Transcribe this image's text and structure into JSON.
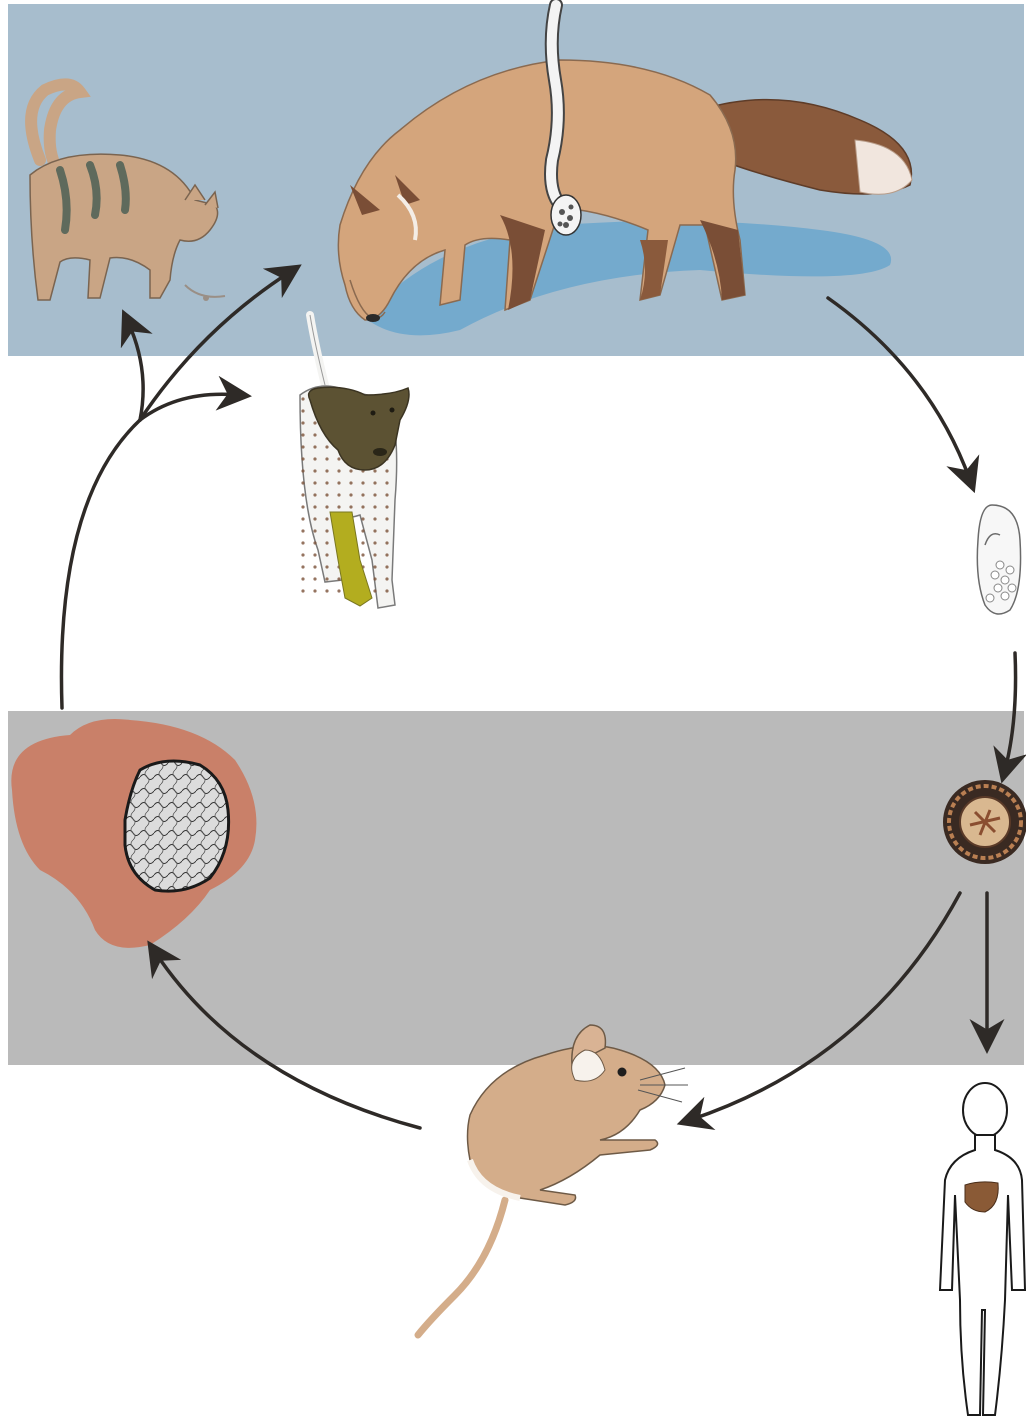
{
  "diagram": {
    "type": "life-cycle",
    "labels": [],
    "bands": [
      {
        "name": "definitive-host-zone",
        "color": "#a7bdcd"
      },
      {
        "name": "intermediate-stage-zone",
        "color": "#bababa"
      }
    ],
    "stages": [
      {
        "id": "fox",
        "icon": "fox-icon"
      },
      {
        "id": "cat",
        "icon": "cat-icon"
      },
      {
        "id": "dog",
        "icon": "dog-icon"
      },
      {
        "id": "adult-tapeworm",
        "icon": "tapeworm-icon"
      },
      {
        "id": "proglottid",
        "icon": "proglottid-icon"
      },
      {
        "id": "egg",
        "icon": "egg-icon"
      },
      {
        "id": "rodent",
        "icon": "rodent-icon"
      },
      {
        "id": "cyst-liver",
        "icon": "liver-cyst-icon"
      },
      {
        "id": "human",
        "icon": "human-icon"
      }
    ],
    "flow": [
      {
        "from": "fox",
        "to": "proglottid"
      },
      {
        "from": "proglottid",
        "to": "egg"
      },
      {
        "from": "egg",
        "to": "rodent"
      },
      {
        "from": "egg",
        "to": "human"
      },
      {
        "from": "rodent",
        "to": "cyst-liver"
      },
      {
        "from": "cyst-liver",
        "to": "cat"
      },
      {
        "from": "cyst-liver",
        "to": "dog"
      },
      {
        "from": "cyst-liver",
        "to": "fox"
      }
    ],
    "colors": {
      "arrow": "#2e2a27",
      "fox": "#d4a57c",
      "fox_dark": "#7a4e36",
      "cat": "#c9a585",
      "dog_head": "#5c5233",
      "dog_spots": "#7b5138",
      "dog_leg": "#b3ad1f",
      "rodent": "#d4ad8a",
      "liver": "#c98069",
      "cyst": "#d6d6d6",
      "shadow": "#74aacd"
    }
  }
}
